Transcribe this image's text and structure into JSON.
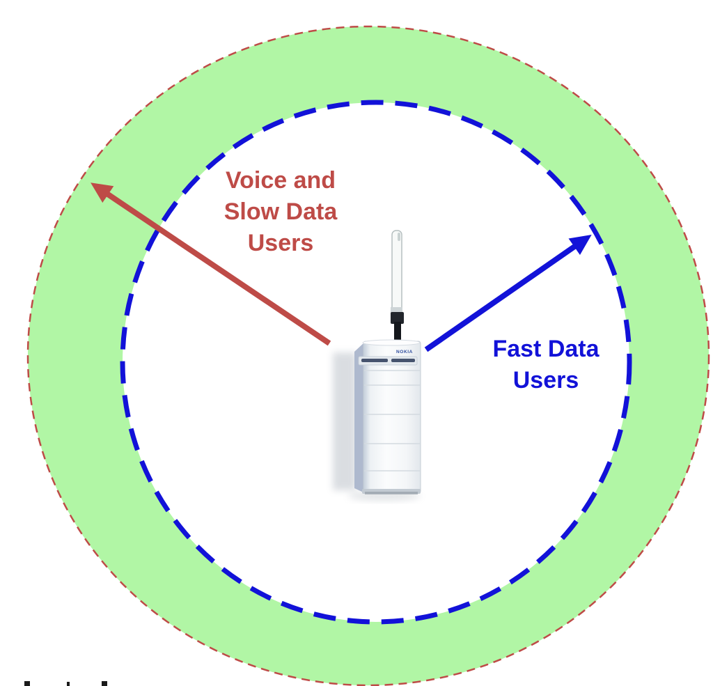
{
  "diagram": {
    "title": "cell-coverage-zones",
    "type": "concentric-cell-diagram"
  },
  "labels": {
    "outer_ring": {
      "lines": [
        "Voice and",
        "Slow Data",
        "Users"
      ],
      "color": "#BE4B47"
    },
    "inner_cell": {
      "lines": [
        "Fast Data",
        "Users"
      ],
      "color": "#1212D8"
    }
  },
  "device": {
    "brand": "NOKIA",
    "kind": "base-station-cabinet-with-antenna"
  },
  "colors": {
    "ring_fill": "#B1F6A5",
    "outer_border": "#BE4B47",
    "inner_border": "#1212D8",
    "red_arrow": "#BE4B47",
    "blue_arrow": "#1212D8",
    "background": "#FFFFFF"
  }
}
